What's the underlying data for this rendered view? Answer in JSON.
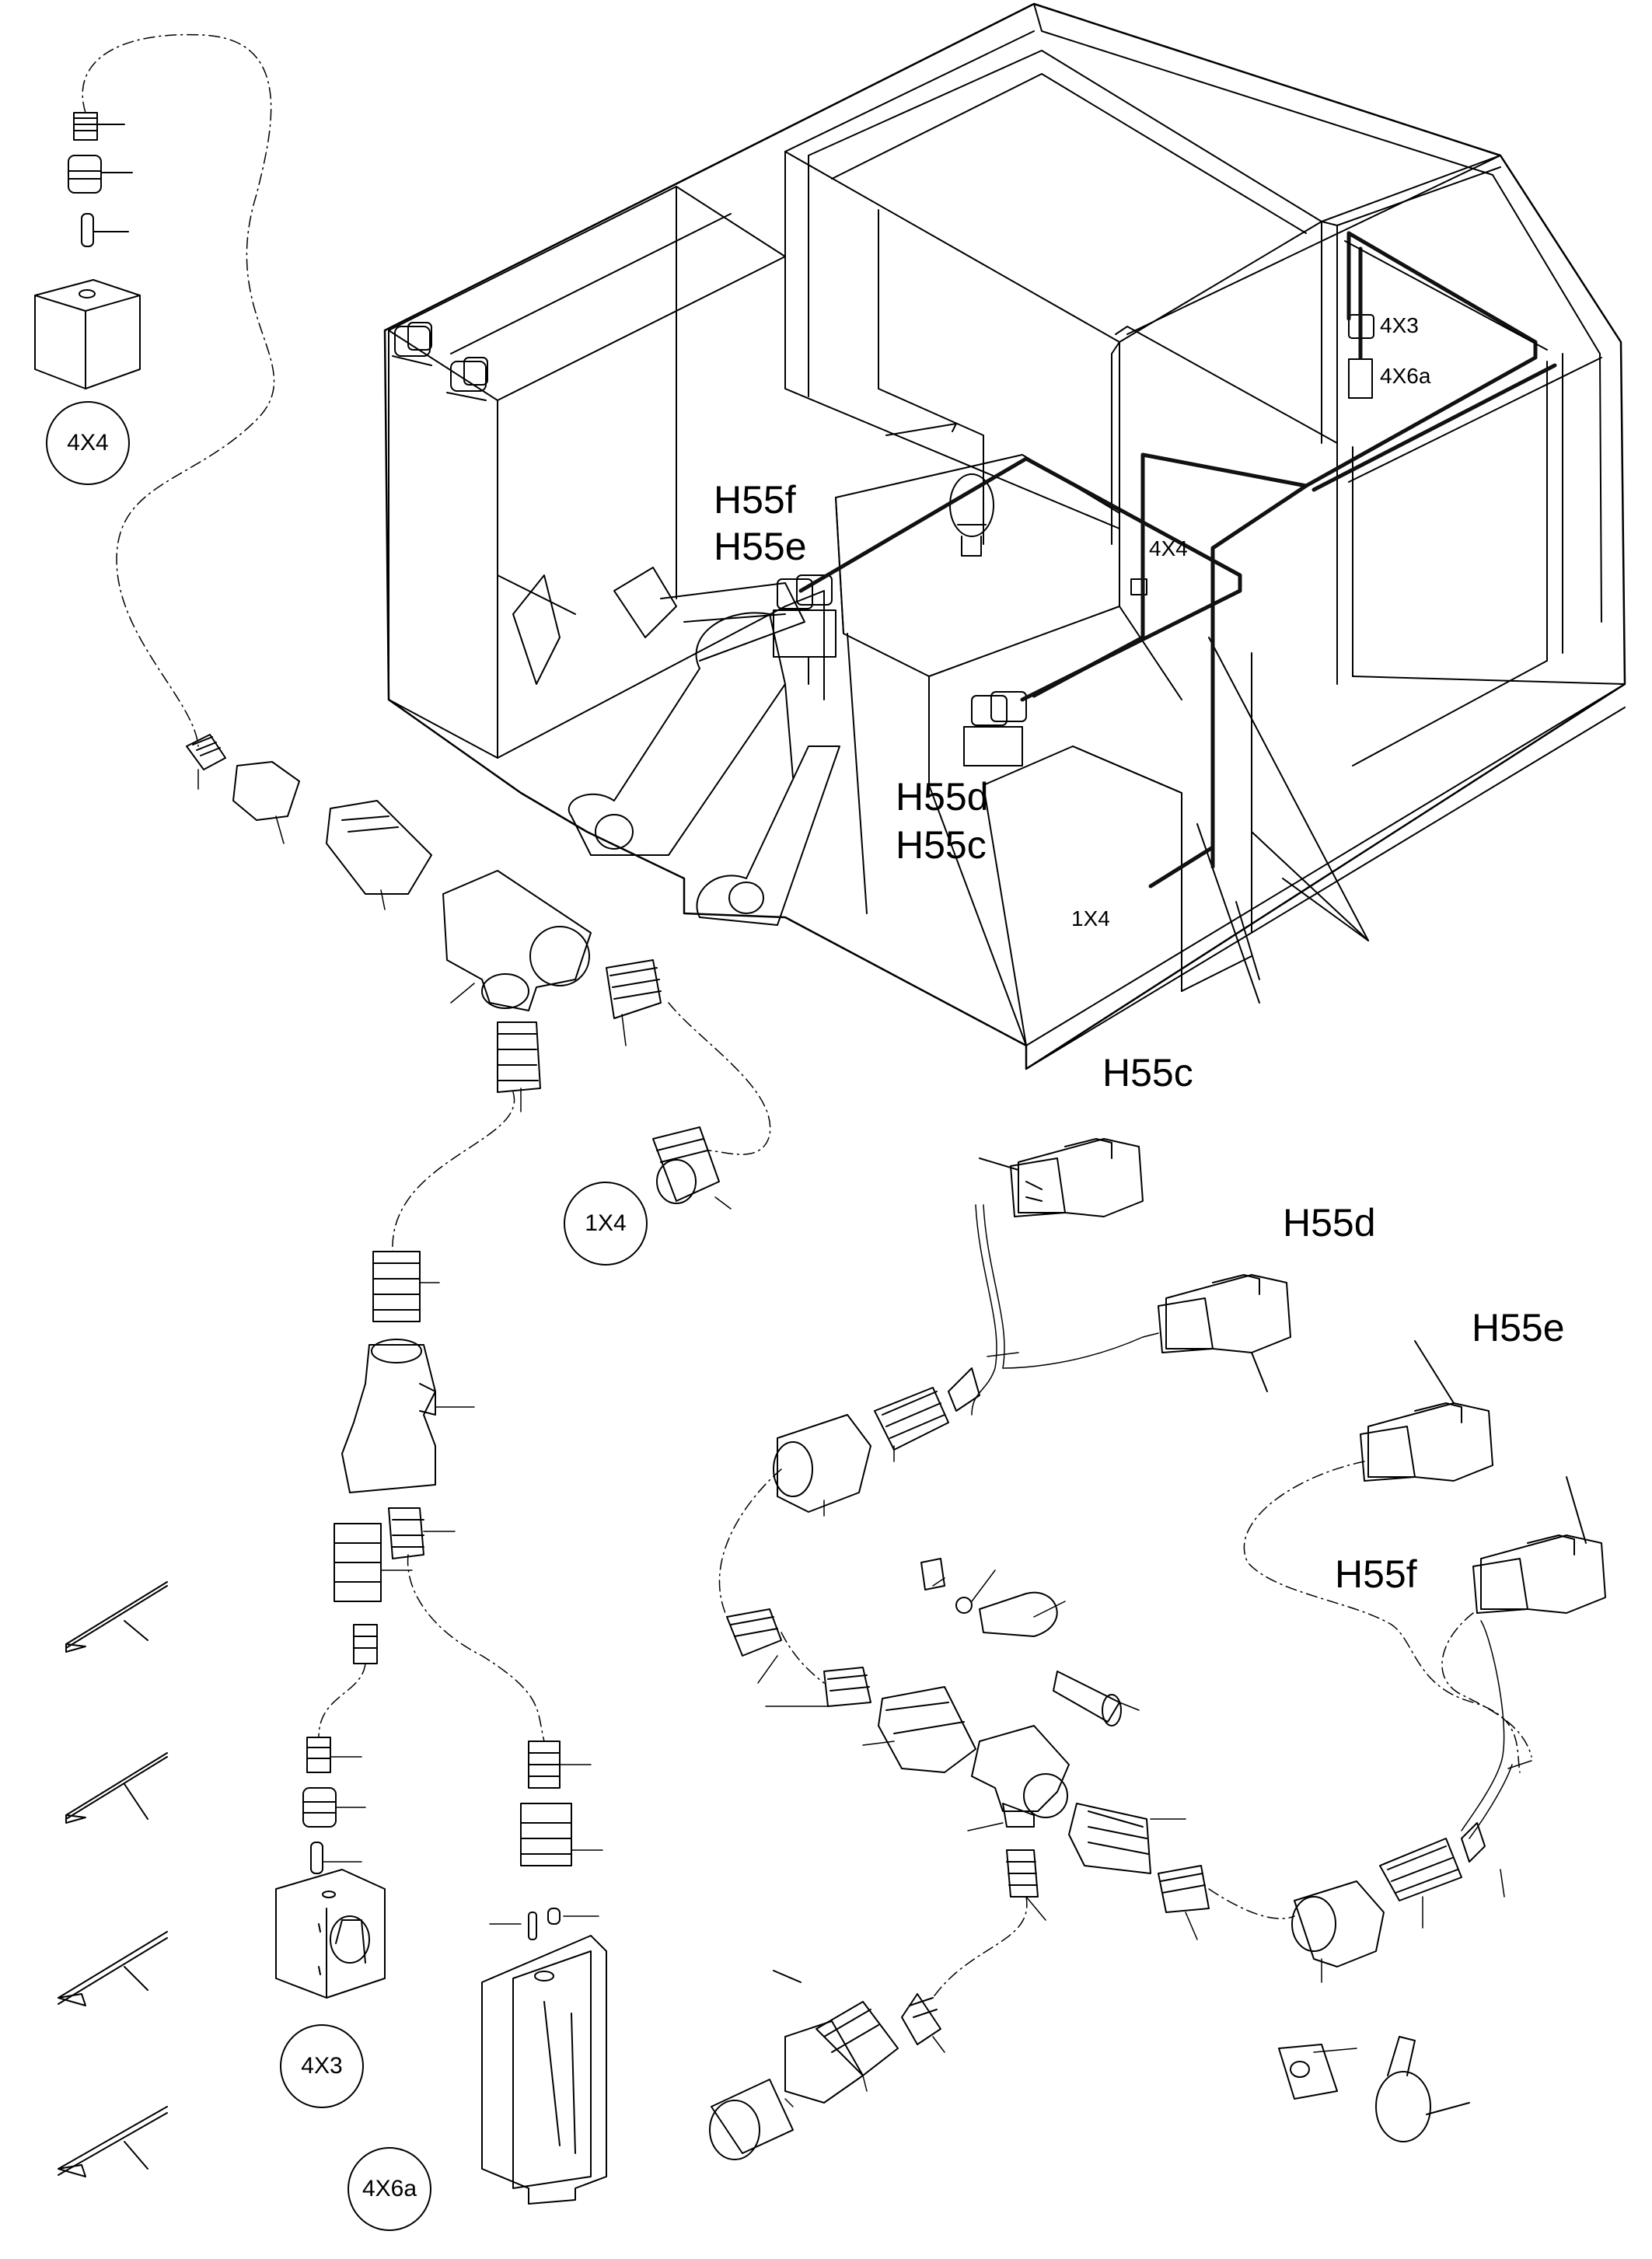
{
  "labels": {
    "h55f_top": "H55f",
    "h55e_top": "H55e",
    "h55d_mid": "H55d",
    "h55c_mid": "H55c",
    "x4x4_body": "4X4",
    "x4x3_body": "4X3",
    "x4x6a_body": "4X6a",
    "x1x4_body": "1X4",
    "h55c_detail": "H55c",
    "h55d_detail": "H55d",
    "h55e_detail": "H55e",
    "h55f_detail": "H55f"
  },
  "callouts": {
    "c4x4": "4X4",
    "c1x4": "1X4",
    "c4x3": "4X3",
    "c4x6a": "4X6a"
  },
  "colors": {
    "line": "#000000",
    "background": "#ffffff",
    "harness": "#111111"
  }
}
